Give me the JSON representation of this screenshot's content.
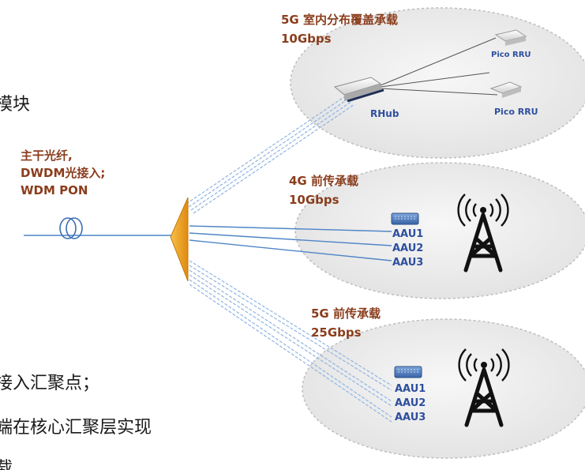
{
  "left_text": {
    "line1": "模块",
    "line2": "接入汇聚点；",
    "line3": "端在核心汇聚层实现",
    "line4": "载"
  },
  "trunk": {
    "line1": "主干光纤,",
    "line2": "DWDM光接入;",
    "line3": "WDM PON"
  },
  "zones": [
    {
      "title": "5G 室内分布覆盖承载",
      "rate": "10Gbps",
      "hub_label": "RHub",
      "devices": [
        "Pico RRU",
        "Pico RRU"
      ]
    },
    {
      "title": "4G 前传承载",
      "rate": "10Gbps",
      "units": [
        "AAU1",
        "AAU2",
        "AAU3"
      ]
    },
    {
      "title": "5G 前传承载",
      "rate": "25Gbps",
      "units": [
        "AAU1",
        "AAU2",
        "AAU3"
      ]
    }
  ],
  "colors": {
    "title_brown": "#8a3d1c",
    "label_blue": "#2e4f9e",
    "fiber_blue": "#4f86c6",
    "splitter_orange": "#f0a020",
    "ellipse_fill": "#eeeeee"
  },
  "icons": {
    "fiber_coil": "fiber-coil-icon",
    "splitter": "optical-splitter-icon",
    "hub": "rhub-device-icon",
    "rru": "pico-rru-icon",
    "aau": "aau-panel-icon",
    "tower": "radio-tower-icon"
  }
}
